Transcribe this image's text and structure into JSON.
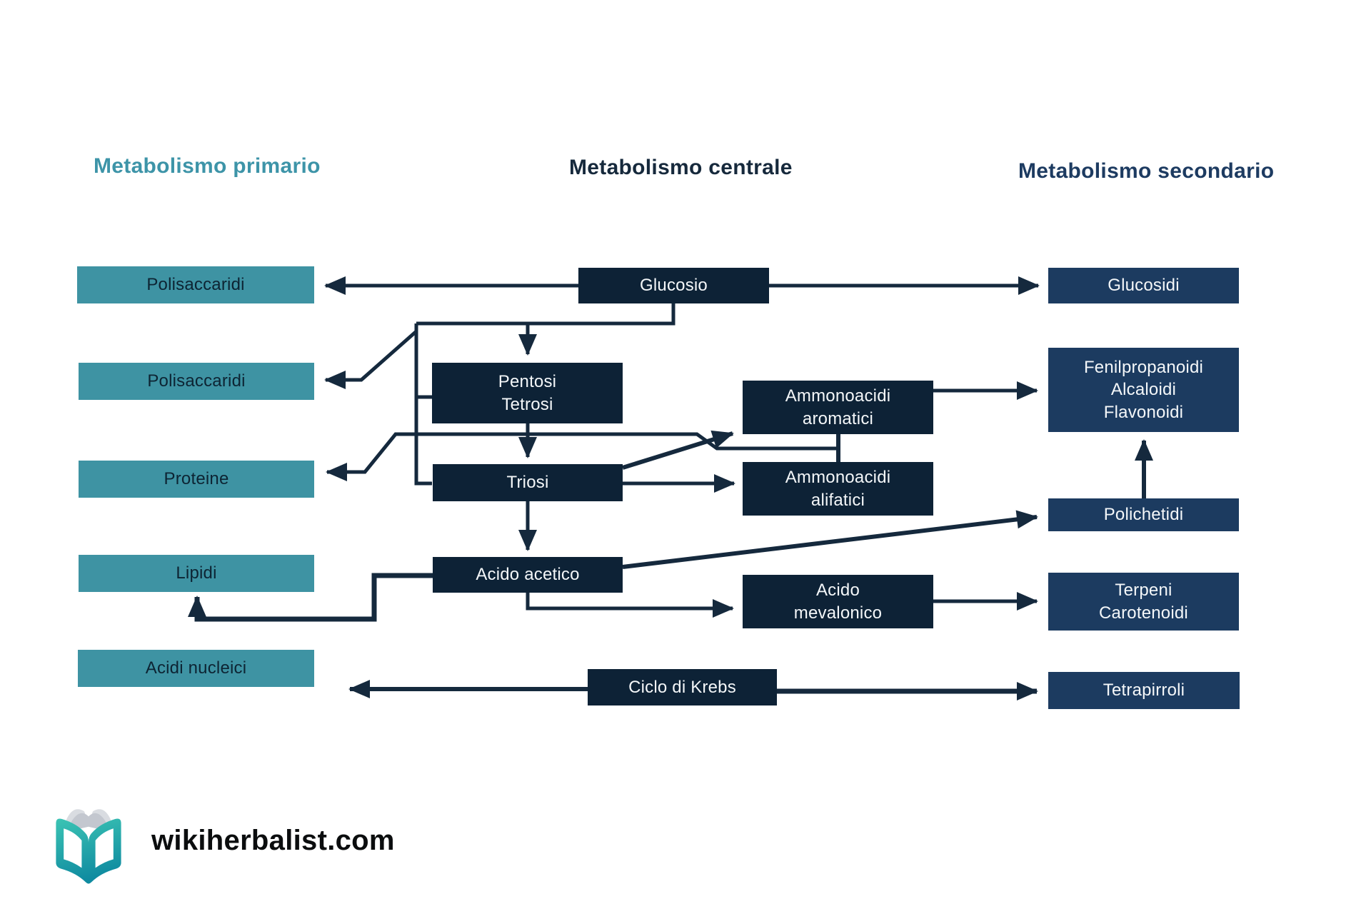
{
  "headers": {
    "primary": {
      "label": "Metabolismo primario"
    },
    "central": {
      "label": "Metabolismo centrale"
    },
    "secondary": {
      "label": "Metabolismo secondario"
    }
  },
  "nodes": [
    {
      "id": "polisaccaridi-1",
      "label": "Polisaccaridi",
      "group": "primary"
    },
    {
      "id": "polisaccaridi-2",
      "label": "Polisaccaridi",
      "group": "primary"
    },
    {
      "id": "proteine",
      "label": "Proteine",
      "group": "primary"
    },
    {
      "id": "lipidi",
      "label": "Lipidi",
      "group": "primary"
    },
    {
      "id": "acidi-nucleici",
      "label": "Acidi nucleici",
      "group": "primary"
    },
    {
      "id": "glucosio",
      "label": "Glucosio",
      "group": "central"
    },
    {
      "id": "pentosi-tetrosi",
      "label": "Pentosi\nTetrosi",
      "group": "central"
    },
    {
      "id": "triosi",
      "label": "Triosi",
      "group": "central"
    },
    {
      "id": "ammonoacidi-aromatici",
      "label": "Ammonoacidi\naromatici",
      "group": "central"
    },
    {
      "id": "ammonoacidi-alifatici",
      "label": "Ammonoacidi\nalifatici",
      "group": "central"
    },
    {
      "id": "acido-acetico",
      "label": "Acido acetico",
      "group": "central"
    },
    {
      "id": "acido-mevalonico",
      "label": "Acido\nmevalonico",
      "group": "central"
    },
    {
      "id": "ciclo-di-krebs",
      "label": "Ciclo di Krebs",
      "group": "central"
    },
    {
      "id": "glucosidi",
      "label": "Glucosidi",
      "group": "secondary"
    },
    {
      "id": "fenilpropanoidi",
      "label": "Fenilpropanoidi\nAlcaloidi\nFlavonoidi",
      "group": "secondary"
    },
    {
      "id": "polichetidi",
      "label": "Polichetidi",
      "group": "secondary"
    },
    {
      "id": "terpeni",
      "label": "Terpeni\nCarotenoidi",
      "group": "secondary"
    },
    {
      "id": "tetrapirroli",
      "label": "Tetrapirroli",
      "group": "secondary"
    }
  ],
  "edges": [
    {
      "from": "glucosio",
      "to": "polisaccaridi-1"
    },
    {
      "from": "glucosio",
      "to": "glucosidi"
    },
    {
      "from": "glucosio",
      "to": "pentosi-tetrosi"
    },
    {
      "from": "glucosio",
      "to": "triosi"
    },
    {
      "from": "glucosio",
      "to": "polisaccaridi-2"
    },
    {
      "from": "pentosi-tetrosi",
      "to": "triosi"
    },
    {
      "from": "triosi",
      "to": "ammonoacidi-aromatici"
    },
    {
      "from": "triosi",
      "to": "ammonoacidi-alifatici"
    },
    {
      "from": "triosi",
      "to": "acido-acetico"
    },
    {
      "from": "ammonoacidi-aromatici",
      "to": "ammonoacidi-alifatici"
    },
    {
      "from": "ammonoacidi-aromatici",
      "to": "proteine"
    },
    {
      "from": "ammonoacidi-aromatici",
      "to": "fenilpropanoidi"
    },
    {
      "from": "acido-acetico",
      "to": "lipidi"
    },
    {
      "from": "acido-acetico",
      "to": "acido-mevalonico"
    },
    {
      "from": "acido-acetico",
      "to": "polichetidi"
    },
    {
      "from": "acido-mevalonico",
      "to": "terpeni"
    },
    {
      "from": "polichetidi",
      "to": "fenilpropanoidi"
    },
    {
      "from": "ciclo-di-krebs",
      "to": "acidi-nucleici"
    },
    {
      "from": "ciclo-di-krebs",
      "to": "tetrapirroli"
    }
  ],
  "footer": {
    "site": "wikiherbalist.com"
  },
  "colors": {
    "primary_box": "#3e93a3",
    "central_box": "#0d2236",
    "secondary_box": "#1c3b60",
    "line": "#15293d",
    "primary_heading": "#3d94a8",
    "central_heading": "#16293c",
    "secondary_heading": "#1d3b61",
    "logo_teal_top": "#3cc4b4",
    "logo_teal_bottom": "#0f8ba0"
  }
}
